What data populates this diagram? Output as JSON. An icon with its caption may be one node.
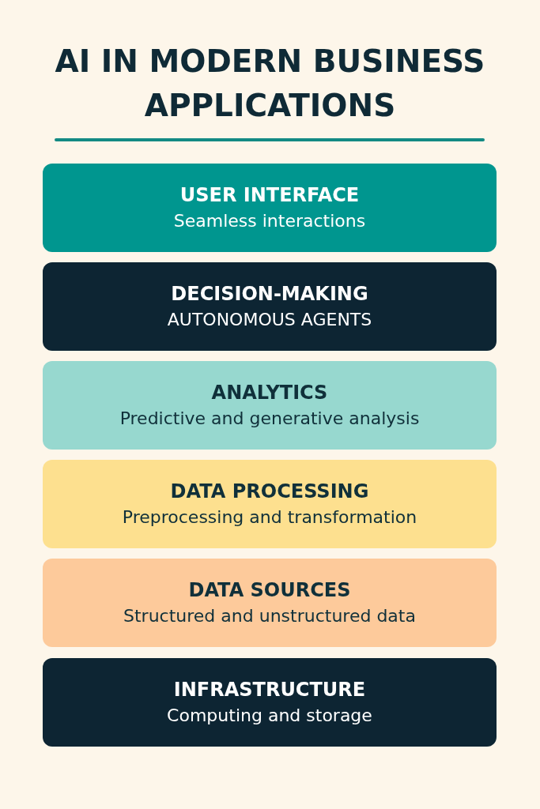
{
  "diagram": {
    "title": "AI IN MODERN BUSINESS APPLICATIONS",
    "nodes": [
      {
        "text": [
          "USER INTERFACE",
          "Seamless interactions"
        ]
      },
      {
        "text": [
          "DECISION-MAKING",
          "AUTONOMOUS AGENTS"
        ]
      },
      {
        "text": [
          "ANALYTICS",
          "Predictive and generative analysis"
        ]
      },
      {
        "text": [
          "DATA PROCESSING",
          "Preprocessing and transformation"
        ]
      },
      {
        "text": [
          "DATA SOURCES",
          "Structured and unstructured data"
        ]
      },
      {
        "text": [
          "INFRASTRUCTURE",
          "Computing and storage"
        ]
      }
    ]
  }
}
